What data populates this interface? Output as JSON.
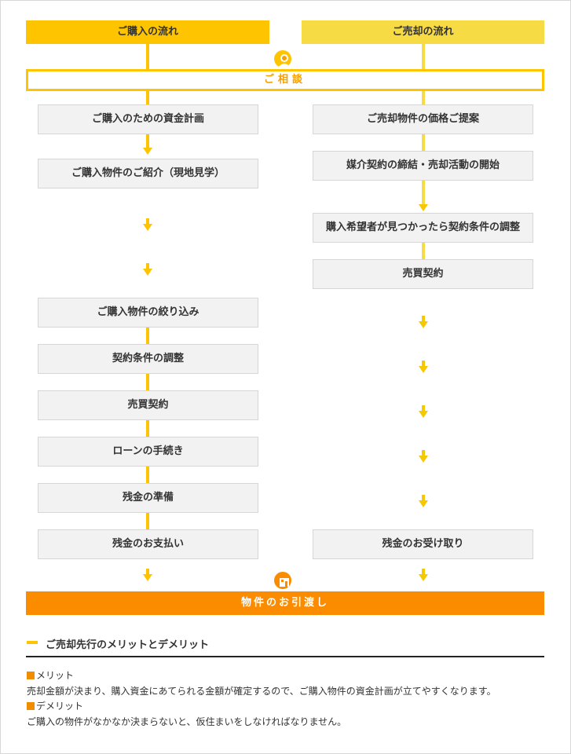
{
  "headers": {
    "buy": "ご購入の流れ",
    "sell": "ご売却の流れ"
  },
  "consult": "ご相談",
  "icons": {
    "consult": "person-icon",
    "handover": "house-icon"
  },
  "buy_steps": [
    "ご購入のための資金計画",
    "ご購入物件のご紹介（現地見学）",
    "ご購入物件の絞り込み",
    "契約条件の調整",
    "売買契約",
    "ローンの手続き",
    "残金の準備",
    "残金のお支払い"
  ],
  "sell_steps": [
    "ご売却物件の価格ご提案",
    "媒介契約の締結・売却活動の開始",
    "購入希望者が見つかったら契約条件の調整",
    "売買契約",
    "残金のお受け取り"
  ],
  "handover": "物件のお引渡し",
  "notes": {
    "title": "ご売却先行のメリットとデメリット",
    "merit_label": "メリット",
    "merit_text": "売却金額が決まり、購入資金にあてられる金額が確定するので、ご購入物件の資金計画が立てやすくなります。",
    "demerit_label": "デメリット",
    "demerit_text": "ご購入の物件がなかなか決まらないと、仮住まいをしなければなりません。"
  },
  "colors": {
    "yellow": "#ffc400",
    "light_yellow": "#f7db44",
    "orange": "#fb8c00"
  }
}
